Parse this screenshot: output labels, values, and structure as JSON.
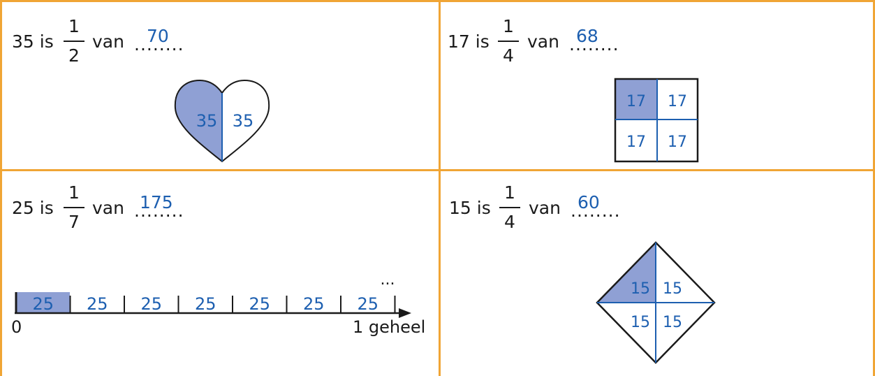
{
  "cells": [
    {
      "prefix": "35 is",
      "numerator": "1",
      "denominator": "2",
      "van": "van",
      "dots": "........",
      "answer": "70",
      "shape": "heart",
      "labels": [
        "35",
        "35"
      ],
      "shaded": "left-half"
    },
    {
      "prefix": "17 is",
      "numerator": "1",
      "denominator": "4",
      "van": "van",
      "dots": "........",
      "answer": "68",
      "shape": "square-2x2",
      "labels": [
        "17",
        "17",
        "17",
        "17"
      ],
      "shaded": "top-left"
    },
    {
      "prefix": "25 is",
      "numerator": "1",
      "denominator": "7",
      "van": "van",
      "dots": "........",
      "answer": "175",
      "shape": "number-line",
      "labels": [
        "25",
        "25",
        "25",
        "25",
        "25",
        "25",
        "25"
      ],
      "shaded": "first-segment",
      "start_label": "0",
      "end_label": "1 geheel",
      "ellipsis": "..."
    },
    {
      "prefix": "15 is",
      "numerator": "1",
      "denominator": "4",
      "van": "van",
      "dots": "........",
      "answer": "60",
      "shape": "diamond",
      "labels": [
        "15",
        "15",
        "15",
        "15"
      ],
      "shaded": "top-left"
    }
  ],
  "colors": {
    "border": "#f0a535",
    "answer": "#1d5fb0",
    "shade": "#8fa0d4",
    "line": "#1a1a1a"
  }
}
